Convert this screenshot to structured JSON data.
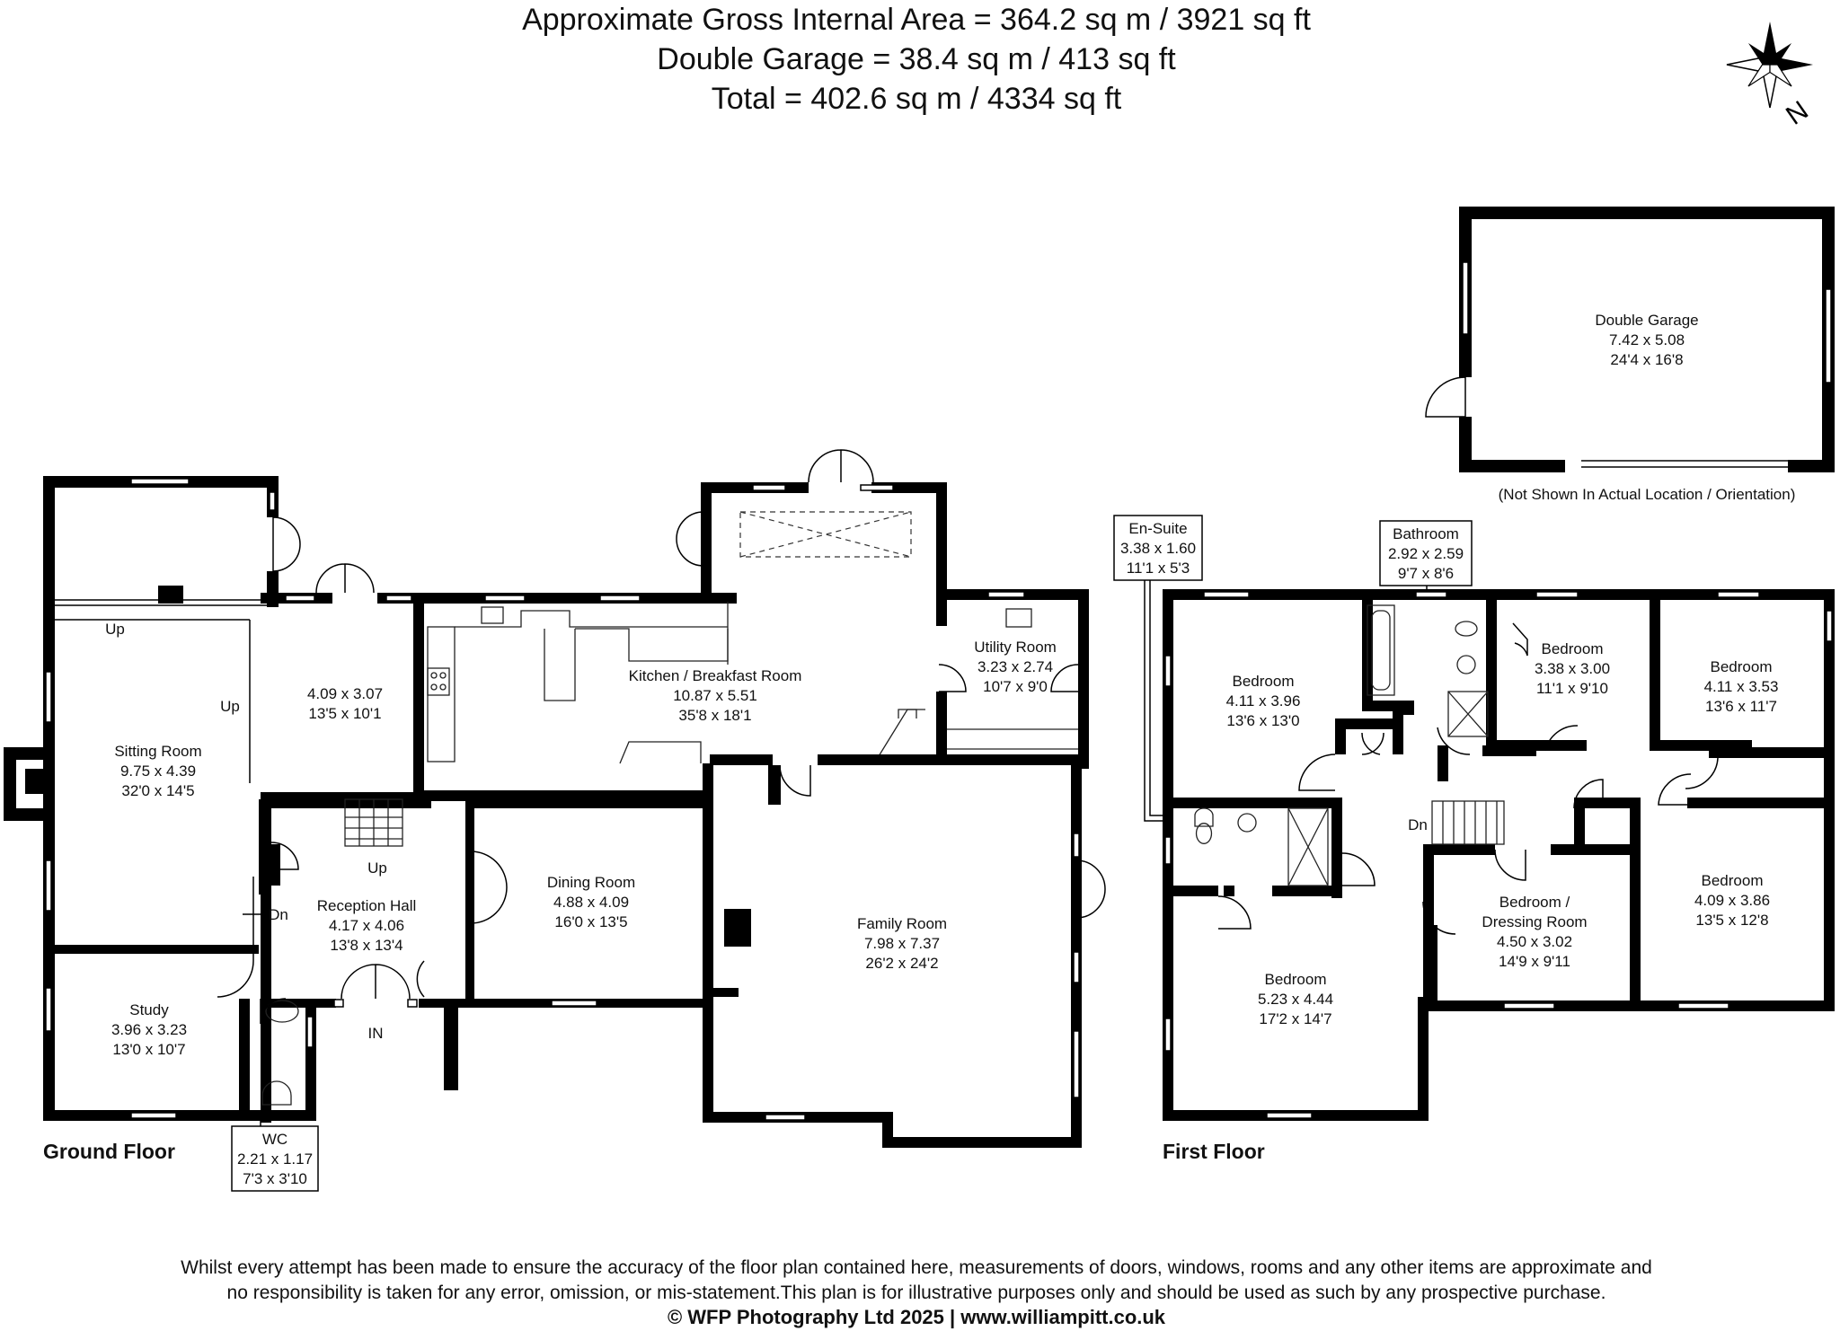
{
  "header": {
    "line1": "Approximate Gross Internal Area = 364.2 sq m / 3921 sq ft",
    "line2": "Double Garage = 38.4 sq m / 413 sq ft",
    "line3": "Total = 402.6 sq m / 4334 sq ft"
  },
  "compass": {
    "label": "N"
  },
  "garage": {
    "name": "Double Garage",
    "metric": "7.42 x 5.08",
    "imperial": "24'4 x 16'8",
    "note": "(Not Shown In Actual Location / Orientation)"
  },
  "ground_floor": {
    "label": "Ground Floor",
    "rooms": {
      "sitting": {
        "name": "Sitting Room",
        "metric": "9.75 x 4.39",
        "imperial": "32'0 x 14'5"
      },
      "room2": {
        "metric": "4.09 x 3.07",
        "imperial": "13'5 x 10'1"
      },
      "kitchen": {
        "name": "Kitchen / Breakfast Room",
        "metric": "10.87 x 5.51",
        "imperial": "35'8 x 18'1"
      },
      "utility": {
        "name": "Utility Room",
        "metric": "3.23 x 2.74",
        "imperial": "10'7 x 9'0"
      },
      "reception": {
        "name": "Reception Hall",
        "metric": "4.17 x 4.06",
        "imperial": "13'8 x 13'4"
      },
      "dining": {
        "name": "Dining Room",
        "metric": "4.88 x 4.09",
        "imperial": "16'0 x 13'5"
      },
      "family": {
        "name": "Family Room",
        "metric": "7.98 x 7.37",
        "imperial": "26'2 x 24'2"
      },
      "study": {
        "name": "Study",
        "metric": "3.96 x 3.23",
        "imperial": "13'0 x 10'7"
      },
      "wc": {
        "name": "WC",
        "metric": "2.21 x 1.17",
        "imperial": "7'3 x 3'10"
      }
    },
    "markers": {
      "up1": "Up",
      "up2": "Up",
      "up3": "Up",
      "dn": "Dn",
      "in": "IN"
    }
  },
  "first_floor": {
    "label": "First Floor",
    "rooms": {
      "ensuite": {
        "name": "En-Suite",
        "metric": "3.38 x 1.60",
        "imperial": "11'1 x 5'3"
      },
      "bathroom": {
        "name": "Bathroom",
        "metric": "2.92 x 2.59",
        "imperial": "9'7 x 8'6"
      },
      "bed1": {
        "name": "Bedroom",
        "metric": "4.11 x 3.96",
        "imperial": "13'6 x 13'0"
      },
      "bed2": {
        "name": "Bedroom",
        "metric": "3.38 x 3.00",
        "imperial": "11'1 x 9'10"
      },
      "bed3": {
        "name": "Bedroom",
        "metric": "4.11 x 3.53",
        "imperial": "13'6 x 11'7"
      },
      "bed4": {
        "name": "Bedroom",
        "metric": "4.09 x 3.86",
        "imperial": "13'5 x 12'8"
      },
      "bed5": {
        "name": "Bedroom",
        "metric": "5.23 x 4.44",
        "imperial": "17'2 x 14'7"
      },
      "dressing": {
        "name1": "Bedroom /",
        "name2": "Dressing Room",
        "metric": "4.50 x 3.02",
        "imperial": "14'9 x 9'11"
      }
    },
    "markers": {
      "dn": "Dn"
    }
  },
  "footer": {
    "line1": "Whilst every attempt has been made to ensure the accuracy of the floor plan contained here, measurements of doors, windows, rooms and any other items are approximate and",
    "line2": "no responsibility is taken for any error, omission, or mis-statement.This plan is for illustrative purposes only and should be used as such by any prospective purchase.",
    "line3": "© WFP Photography Ltd 2025 | www.williampitt.co.uk"
  }
}
